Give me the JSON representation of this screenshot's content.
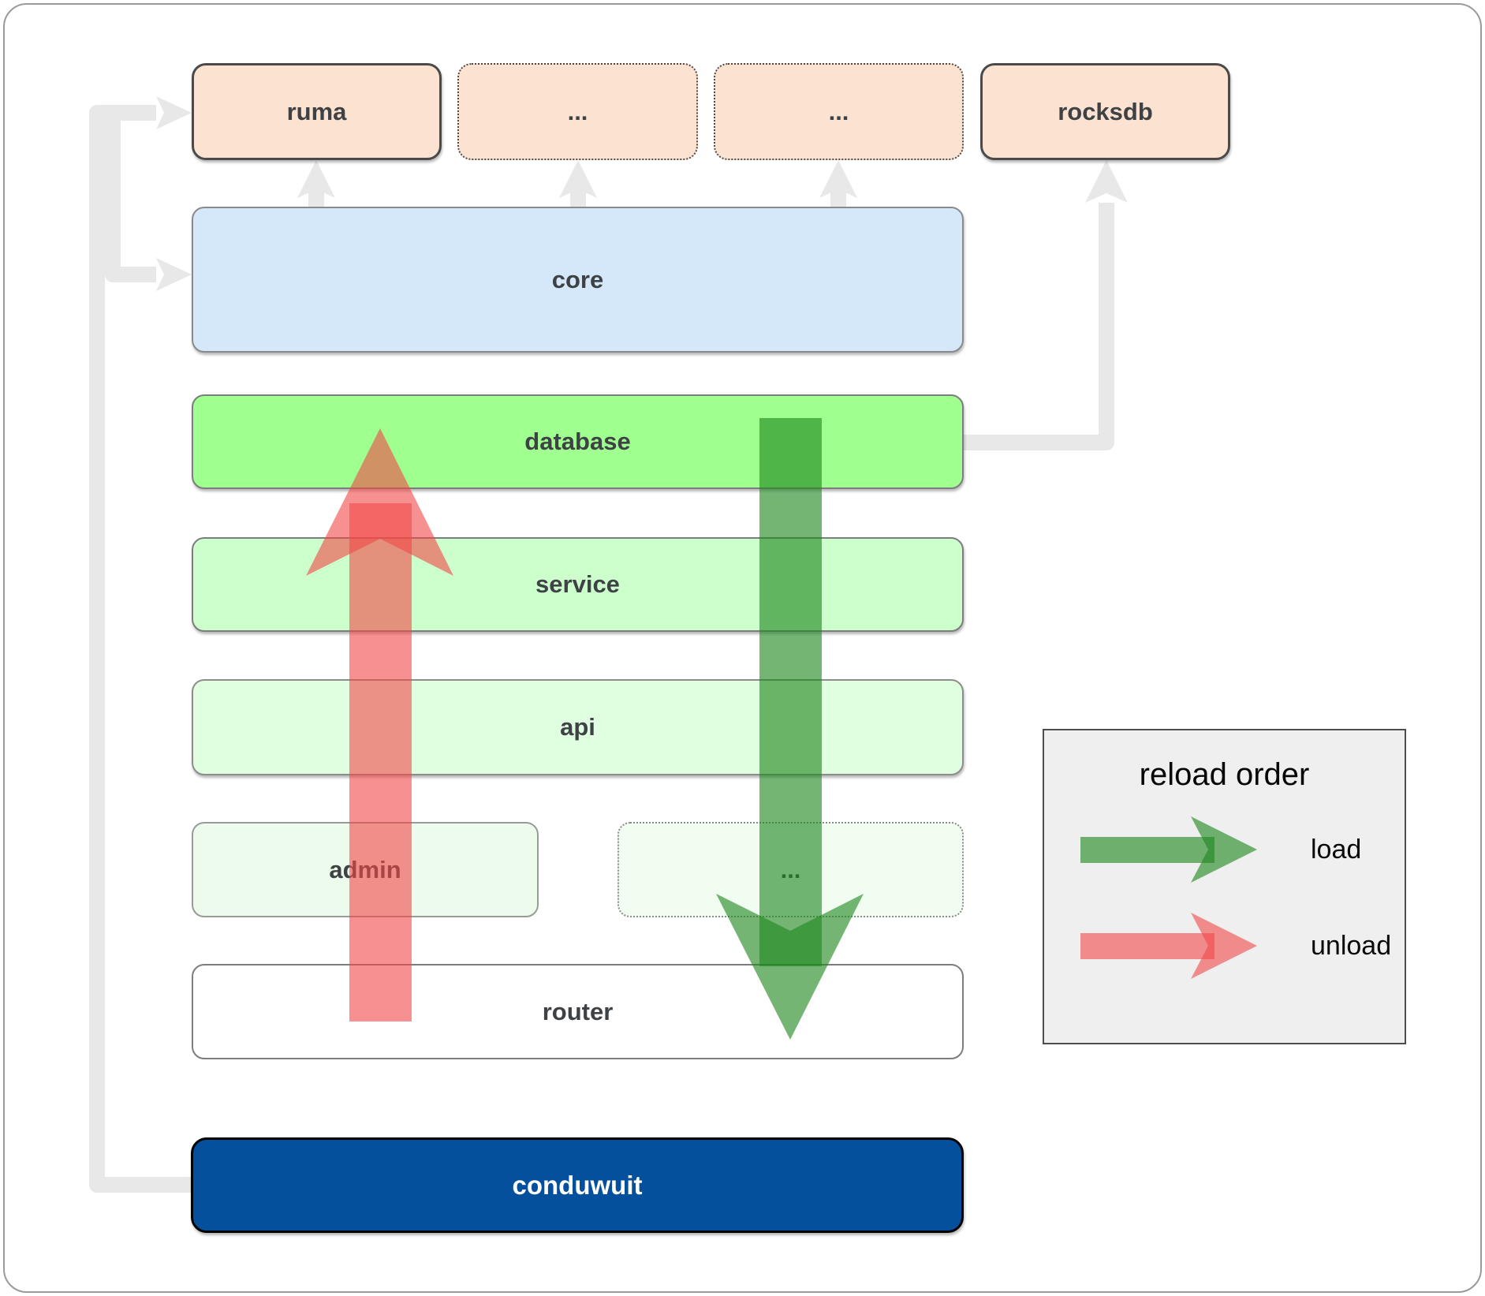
{
  "diagram": {
    "top_row": [
      {
        "label": "ruma"
      },
      {
        "label": "..."
      },
      {
        "label": "..."
      },
      {
        "label": "rocksdb"
      }
    ],
    "layers": {
      "core": "core",
      "database": "database",
      "service": "service",
      "api": "api",
      "admin": "admin",
      "admin_dots": "...",
      "router": "router",
      "app": "conduwuit"
    }
  },
  "legend": {
    "title": "reload order",
    "items": [
      {
        "label": "load"
      },
      {
        "label": "unload"
      }
    ]
  },
  "colors": {
    "load_green": "#1e871e",
    "unload_red": "#f24848",
    "connector_gray": "#e8e8e8",
    "conduwuit_blue": "#05509c",
    "database_green": "#9fff8f",
    "core_blue": "#d5e8fa",
    "crate_peach": "#fce3d1"
  }
}
